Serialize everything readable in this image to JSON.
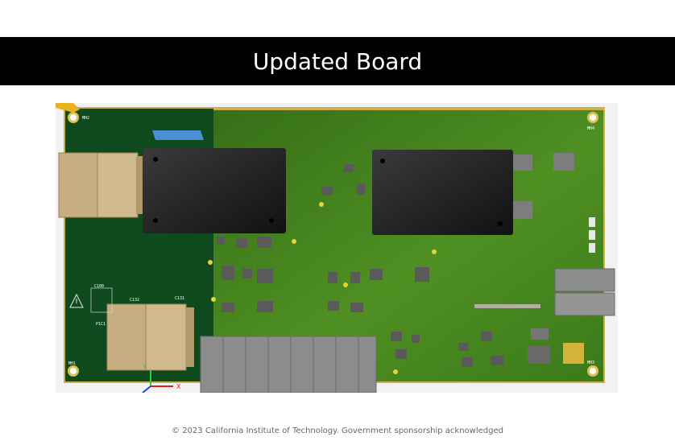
{
  "slide": {
    "title": "Updated Board",
    "footer": "© 2023 California Institute of Technology. Government sponsorship acknowledged"
  },
  "board": {
    "colors": {
      "pcb_dark": "#0f4a1f",
      "pcb_light": "#3f8a1e",
      "module": "#1e1e1e",
      "connector_tan": "#c8ad80",
      "connector_grey": "#8c8c8c",
      "board_edge": "#c9b24a"
    },
    "silkscreen": {
      "mh_top_left": "MH2",
      "mh_top_right": "MH4",
      "mh_bottom_left": "MH1",
      "mh_bottom_right": "MH3",
      "c100": "C100",
      "c132": "C132",
      "c131": "C131",
      "p1c1": "P1C1"
    },
    "axis_labels": {
      "x": "X",
      "y": "Y"
    },
    "icons": [
      "warning-triangle-icon",
      "mounting-hole-icon",
      "axis-gizmo-icon"
    ]
  }
}
